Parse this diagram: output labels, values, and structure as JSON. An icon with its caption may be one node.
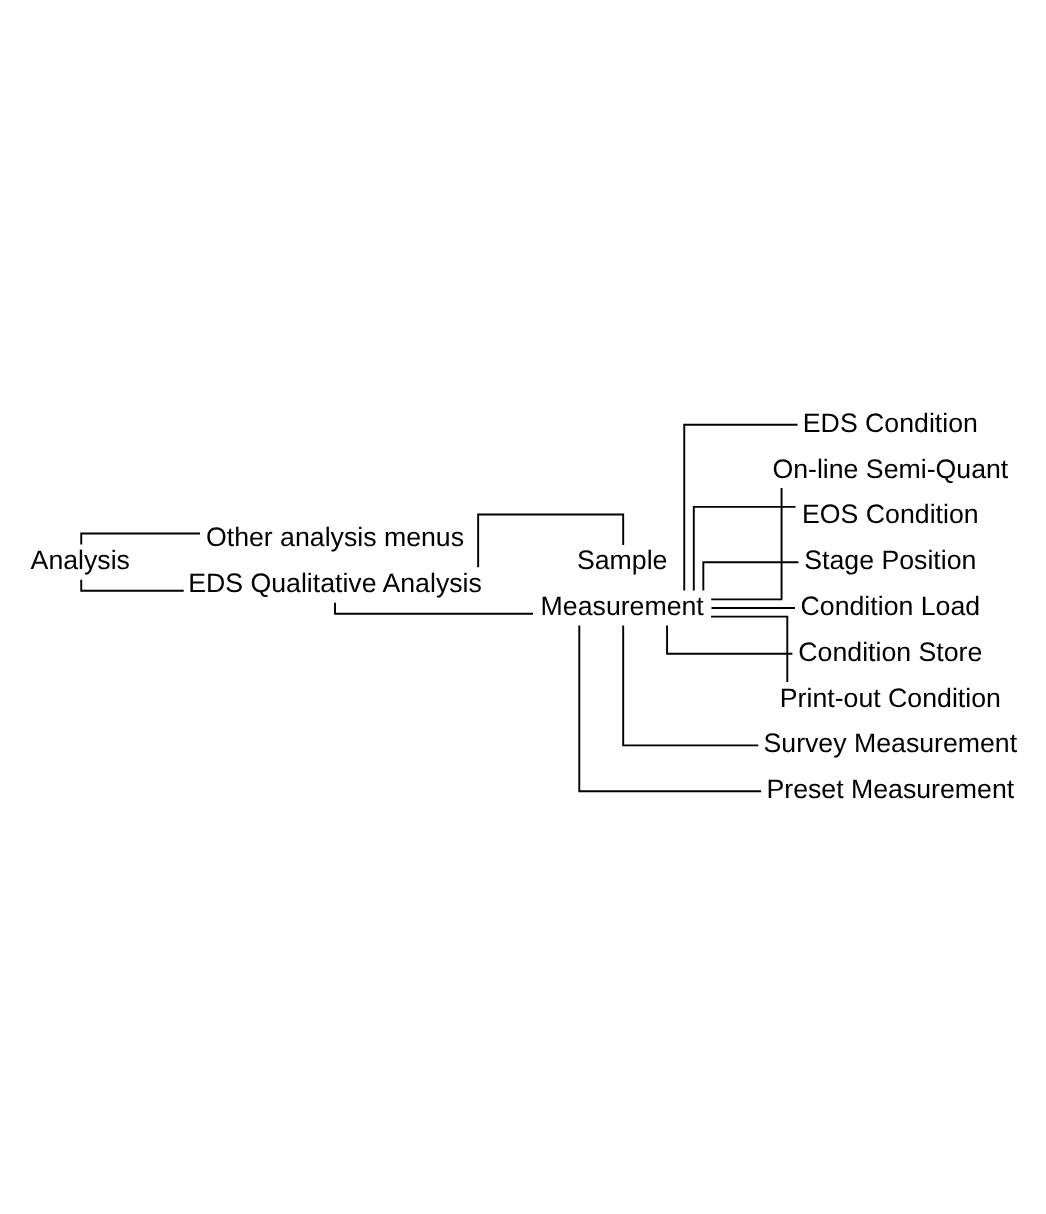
{
  "diagram": {
    "nodes": [
      {
        "text": [
          "Analysis"
        ]
      },
      {
        "text": [
          "Other analysis menus"
        ]
      },
      {
        "text": [
          "EDS Qualitative Analysis"
        ]
      },
      {
        "text": [
          "Sample"
        ]
      },
      {
        "text": [
          "Measurement"
        ]
      },
      {
        "text": [
          "EDS Condition"
        ]
      },
      {
        "text": [
          "On-line Semi-Quant"
        ]
      },
      {
        "text": [
          "EOS Condition"
        ]
      },
      {
        "text": [
          "Stage Position"
        ]
      },
      {
        "text": [
          "Condition Load"
        ]
      },
      {
        "text": [
          "Condition Store"
        ]
      },
      {
        "text": [
          "Print-out Condition"
        ]
      },
      {
        "text": [
          "Survey Measurement"
        ]
      },
      {
        "text": [
          "Preset Measurement"
        ]
      }
    ],
    "edges": [
      {
        "from": 0,
        "to": 1,
        "arrow": "none"
      },
      {
        "from": 0,
        "to": 2,
        "arrow": "none"
      },
      {
        "from": 2,
        "to": 3,
        "arrow": "none"
      },
      {
        "from": 2,
        "to": 4,
        "arrow": "none"
      },
      {
        "from": 4,
        "to": 5,
        "arrow": "none"
      },
      {
        "from": 4,
        "to": 6,
        "arrow": "none"
      },
      {
        "from": 4,
        "to": 7,
        "arrow": "none"
      },
      {
        "from": 4,
        "to": 8,
        "arrow": "none"
      },
      {
        "from": 4,
        "to": 9,
        "arrow": "none"
      },
      {
        "from": 4,
        "to": 10,
        "arrow": "none"
      },
      {
        "from": 4,
        "to": 11,
        "arrow": "none"
      },
      {
        "from": 4,
        "to": 12,
        "arrow": "none"
      },
      {
        "from": 4,
        "to": 13,
        "arrow": "none"
      }
    ]
  }
}
